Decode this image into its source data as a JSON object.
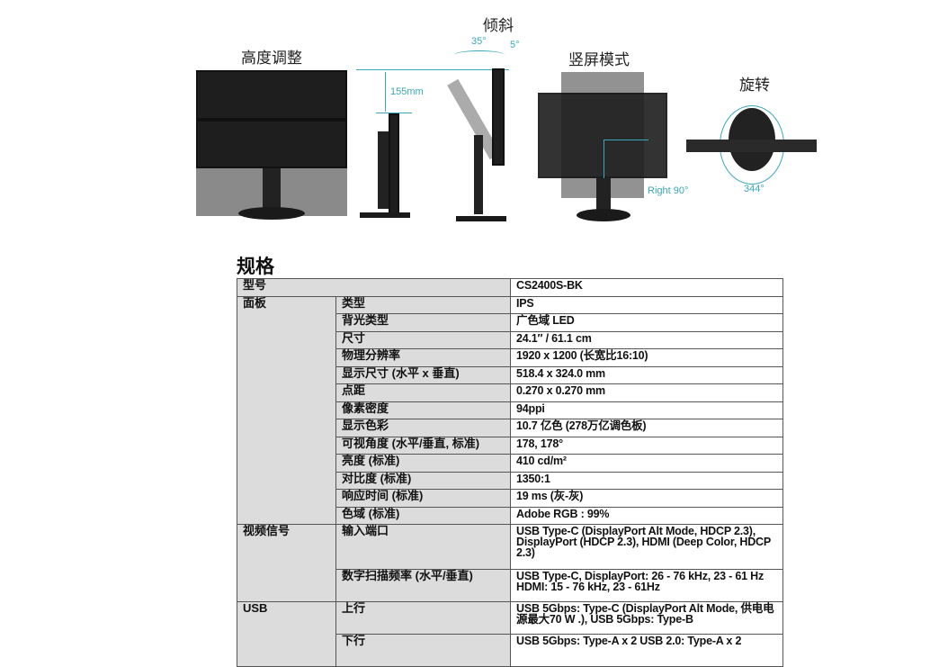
{
  "features": {
    "height": {
      "title": "高度调整",
      "value": "155mm"
    },
    "tilt": {
      "title": "倾斜",
      "back": "35°",
      "forward": "5°"
    },
    "portrait": {
      "title": "竖屏模式",
      "value": "Right 90°"
    },
    "swivel": {
      "title": "旋转",
      "value": "344°"
    }
  },
  "specs": {
    "title": "规格",
    "model_label": "型号",
    "model_value": "CS2400S-BK",
    "groups": [
      {
        "name": "面板",
        "rows": [
          {
            "k": "类型",
            "v": "IPS"
          },
          {
            "k": "背光类型",
            "v": "广色域 LED"
          },
          {
            "k": "尺寸",
            "v": "24.1″ / 61.1 cm"
          },
          {
            "k": "物理分辨率",
            "v": "1920 x 1200 (长宽比16:10)"
          },
          {
            "k": "显示尺寸 (水平 x 垂直)",
            "v": "518.4 x 324.0 mm"
          },
          {
            "k": "点距",
            "v": "0.270 x 0.270 mm"
          },
          {
            "k": "像素密度",
            "v": "94ppi"
          },
          {
            "k": "显示色彩",
            "v": "10.7 亿色 (278万亿调色板)"
          },
          {
            "k": "可视角度 (水平/垂直, 标准)",
            "v": "178, 178°"
          },
          {
            "k": "亮度 (标准)",
            "v": "410 cd/m²"
          },
          {
            "k": "对比度 (标准)",
            "v": "1350:1"
          },
          {
            "k": "响应时间 (标准)",
            "v": "19 ms (灰-灰)"
          },
          {
            "k": "色域 (标准)",
            "v": "Adobe RGB : 99%"
          }
        ]
      },
      {
        "name": "视频信号",
        "rows": [
          {
            "k": "输入端口",
            "v": "USB Type-C (DisplayPort Alt Mode, HDCP 2.3), DisplayPort (HDCP 2.3), HDMI (Deep Color, HDCP 2.3)"
          },
          {
            "k": "数字扫描频率 (水平/垂直)",
            "v": "USB Type-C, DisplayPort: 26 - 76 kHz, 23 - 61 Hz HDMI: 15 - 76 kHz, 23 - 61Hz"
          }
        ]
      },
      {
        "name": "USB",
        "rows": [
          {
            "k": "上行",
            "v": "USB 5Gbps: Type-C (DisplayPort Alt Mode, 供电电源最大70 W .), USB 5Gbps: Type-B"
          },
          {
            "k": "下行",
            "v": "USB 5Gbps: Type-A x 2 USB 2.0: Type-A x 2"
          }
        ]
      }
    ]
  }
}
